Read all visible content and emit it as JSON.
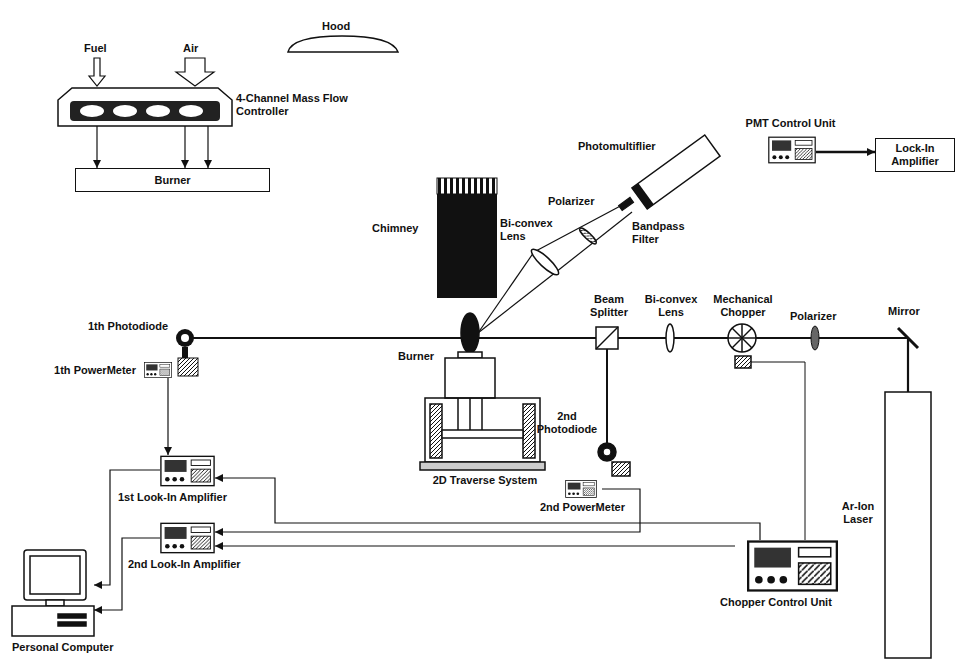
{
  "diagram": {
    "nodes": [
      {
        "text": [
          "4-Channel Mass Flow Controller"
        ]
      },
      {
        "text": [
          "Burner"
        ]
      },
      {
        "text": [
          "PMT Control Unit"
        ]
      },
      {
        "text": [
          "Lock-In Amplifier"
        ]
      },
      {
        "text": [
          "1th PowerMeter"
        ]
      },
      {
        "text": [
          "2nd PowerMeter"
        ]
      },
      {
        "text": [
          "1st Look-In Amplifier"
        ]
      },
      {
        "text": [
          "2nd Look-In Amplifier"
        ]
      },
      {
        "text": [
          "Personal Computer"
        ]
      },
      {
        "text": [
          "Chopper Control Unit"
        ]
      }
    ],
    "edges": [
      {
        "from": 0,
        "to": 1,
        "arrow": "to"
      },
      {
        "from": 0,
        "to": 1,
        "arrow": "to"
      },
      {
        "from": 0,
        "to": 1,
        "arrow": "to"
      },
      {
        "from": 2,
        "to": 3,
        "arrow": "to"
      },
      {
        "from": 4,
        "to": 6,
        "arrow": "to"
      },
      {
        "from": 5,
        "to": 7,
        "arrow": "to"
      },
      {
        "from": 9,
        "to": 7,
        "arrow": "to"
      },
      {
        "from": 9,
        "to": 6,
        "arrow": "to"
      },
      {
        "from": 6,
        "to": 8,
        "arrow": "to"
      },
      {
        "from": 7,
        "to": 8,
        "arrow": "to"
      }
    ],
    "labels": [
      "Hood",
      "Fuel",
      "Air",
      "Chimney",
      "Photomultiflier",
      "Polarizer",
      "Bi-convex Lens",
      "Bandpass Filter",
      "Beam Splitter",
      "Bi-convex Lens",
      "Mechanical Chopper",
      "Polarizer",
      "Mirror",
      "1th Photodiode",
      "Burner",
      "2D Traverse System",
      "2nd Photodiode",
      "Ar-Ion Laser"
    ]
  }
}
